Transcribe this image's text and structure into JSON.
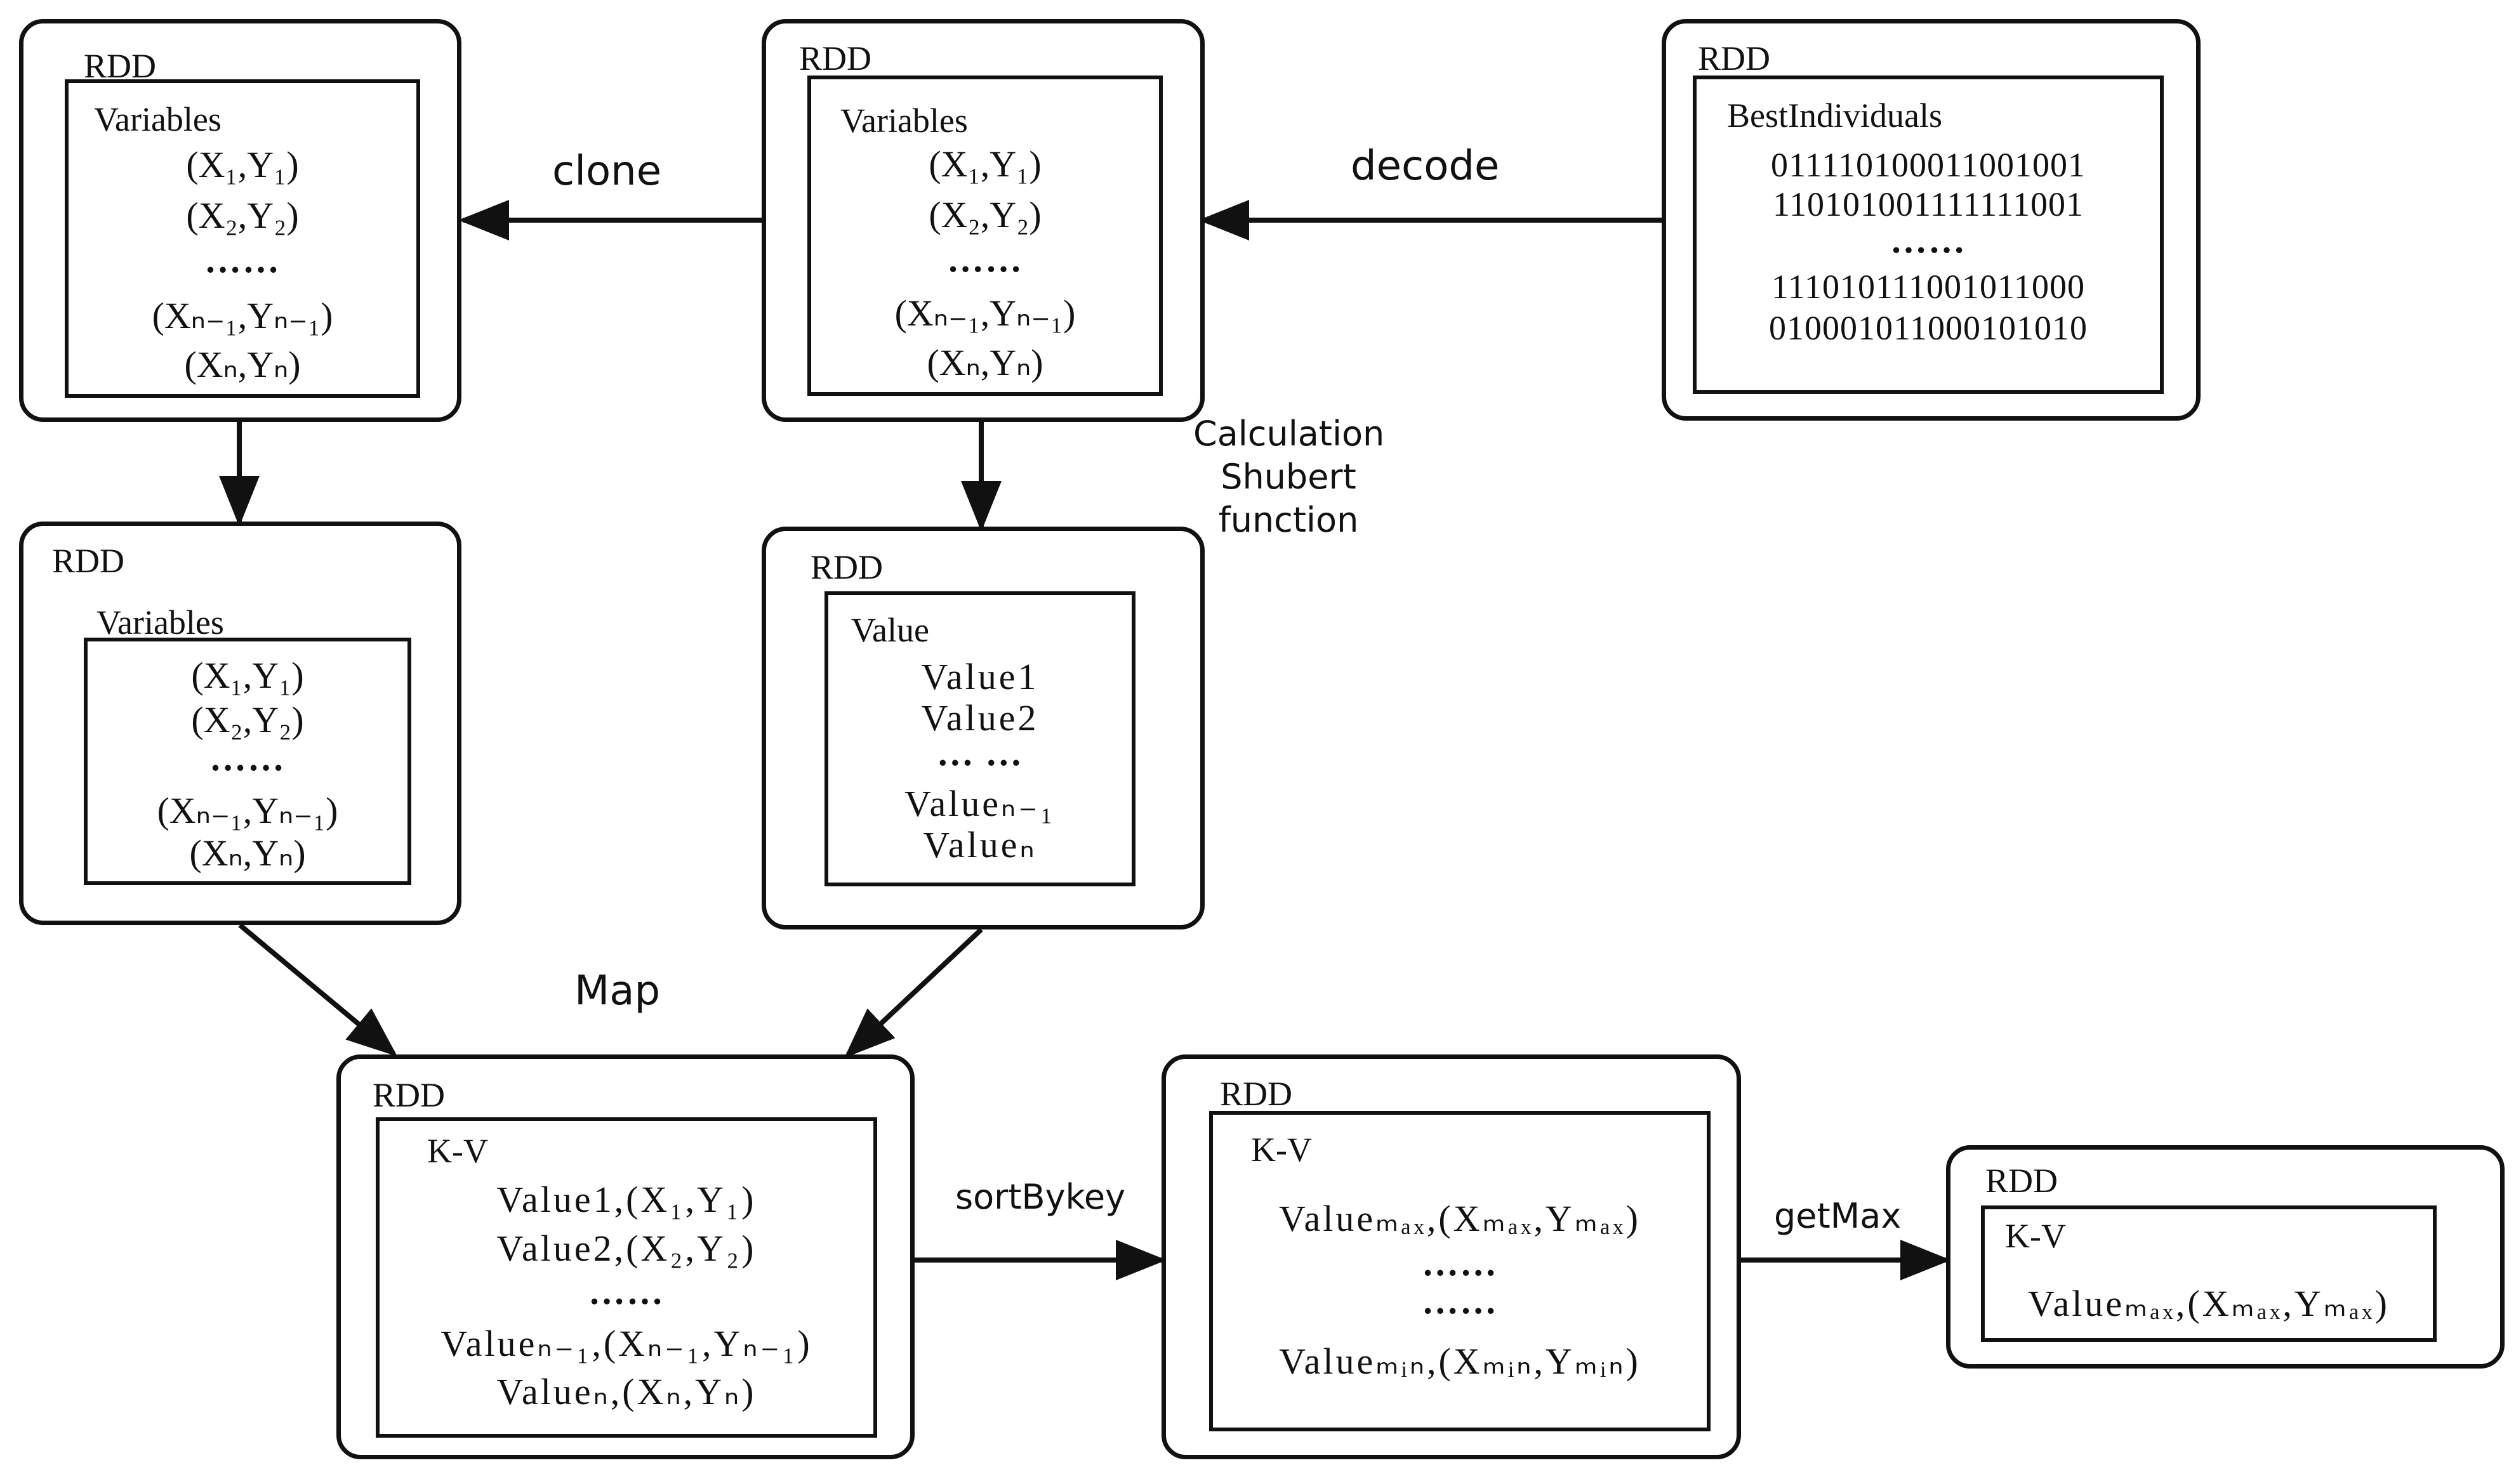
{
  "rdd_label": "RDD",
  "box_clone_target": {
    "title": "Variables",
    "lines": [
      "(X₁,Y₁)",
      "(X₂,Y₂)",
      "……",
      "(Xₙ₋₁,Yₙ₋₁)",
      "(Xₙ,Yₙ)"
    ]
  },
  "box_variables_source": {
    "title": "Variables",
    "lines": [
      "(X₁,Y₁)",
      "(X₂,Y₂)",
      "……",
      "(Xₙ₋₁,Yₙ₋₁)",
      "(Xₙ,Yₙ)"
    ]
  },
  "box_best": {
    "title": "BestIndividuals",
    "lines": [
      "011110100011001001",
      "110101001111111001",
      "……",
      "111010111001011000",
      "010001011000101010"
    ]
  },
  "box_variables_mid": {
    "title": "Variables",
    "lines": [
      "(X₁,Y₁)",
      "(X₂,Y₂)",
      "……",
      "(Xₙ₋₁,Yₙ₋₁)",
      "(Xₙ,Yₙ)"
    ]
  },
  "box_value": {
    "title": "Value",
    "lines": [
      "Value1",
      "Value2",
      "… …",
      "Valueₙ₋₁",
      "Valueₙ"
    ]
  },
  "box_kv_map": {
    "title": "K-V",
    "lines": [
      "Value1,(X₁,Y₁)",
      "Value2,(X₂,Y₂)",
      "……",
      "Valueₙ₋₁,(Xₙ₋₁,Yₙ₋₁)",
      "Valueₙ,(Xₙ,Yₙ)"
    ]
  },
  "box_kv_sorted": {
    "title": "K-V",
    "lines": [
      "Valueₘₐₓ,(Xₘₐₓ,Yₘₐₓ)",
      "……",
      "……",
      "Valueₘᵢₙ,(Xₘᵢₙ,Yₘᵢₙ)"
    ]
  },
  "box_kv_max": {
    "title": "K-V",
    "lines": [
      "Valueₘₐₓ,(Xₘₐₓ,Yₘₐₓ)"
    ]
  },
  "edges": {
    "clone": "clone",
    "decode": "decode",
    "calc": [
      "Calculation",
      "Shubert",
      "function"
    ],
    "map": "Map",
    "sortbykey": "sortBykey",
    "getmax": "getMax"
  }
}
